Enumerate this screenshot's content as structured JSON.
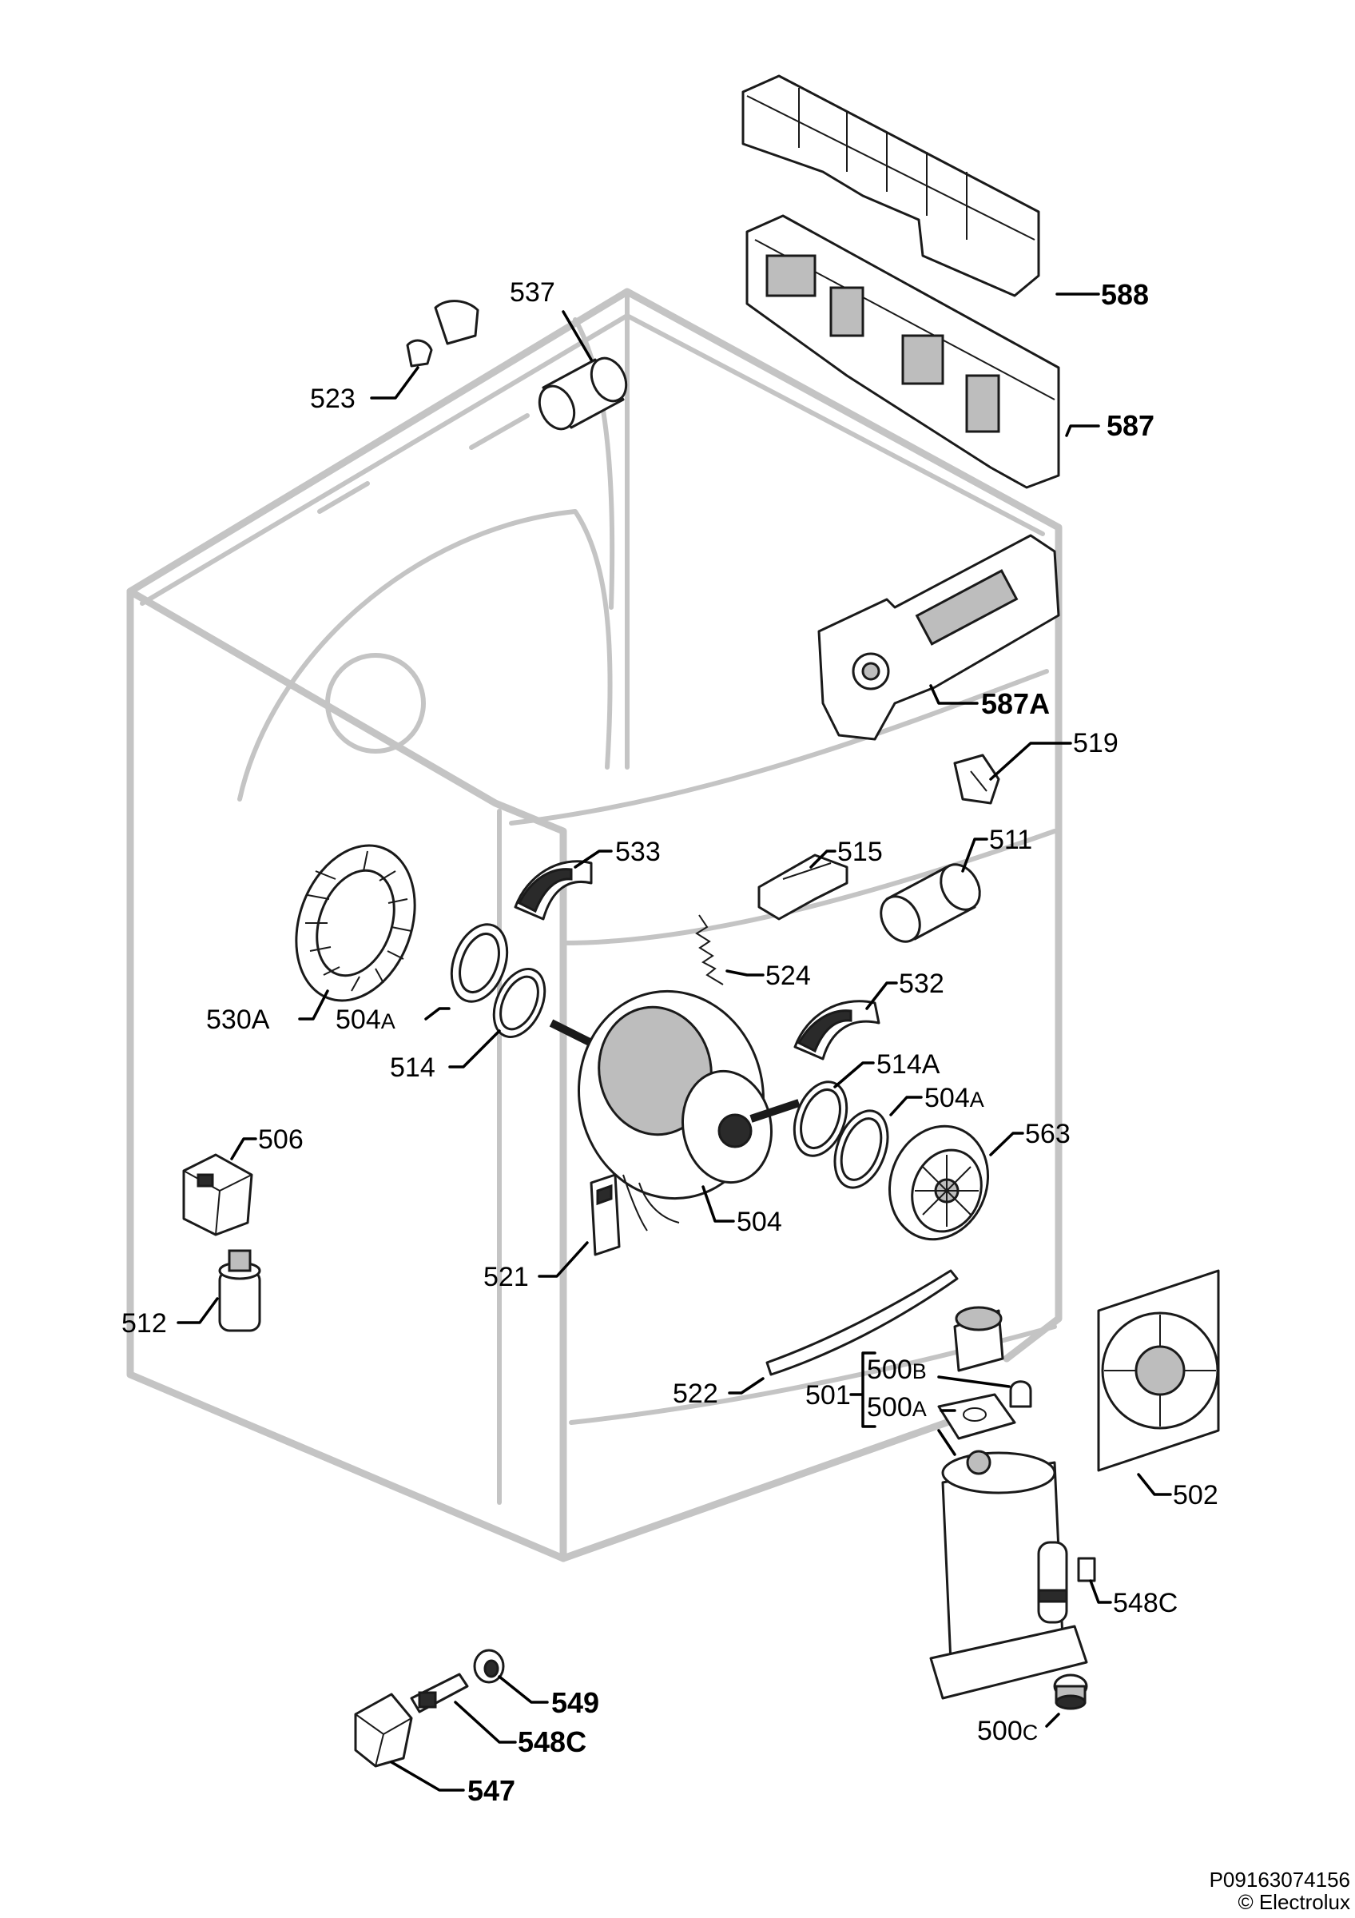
{
  "labels": {
    "p588": "588",
    "p587": "587",
    "p537": "537",
    "p523": "523",
    "p587A": "587A",
    "p519": "519",
    "p533": "533",
    "p515": "515",
    "p511": "511",
    "p524": "524",
    "p532": "532",
    "p530A": "530A",
    "p504A_left_num": "504",
    "p504A_left_suffix": "A",
    "p514": "514",
    "p514A": "514A",
    "p504A_right_num": "504",
    "p504A_right_suffix": "A",
    "p563": "563",
    "p506": "506",
    "p504": "504",
    "p521": "521",
    "p512": "512",
    "p522": "522",
    "p501": "501",
    "p500B_num": "500",
    "p500B_suffix": "B",
    "p500A_num": "500",
    "p500A_suffix": "A",
    "p502": "502",
    "p548C_right": "548C",
    "p549": "549",
    "p548C_left": "548C",
    "p547": "547",
    "p500C_num": "500",
    "p500C_suffix": "C"
  },
  "footer": {
    "code": "P09163074156",
    "copyright": "© Electrolux"
  }
}
